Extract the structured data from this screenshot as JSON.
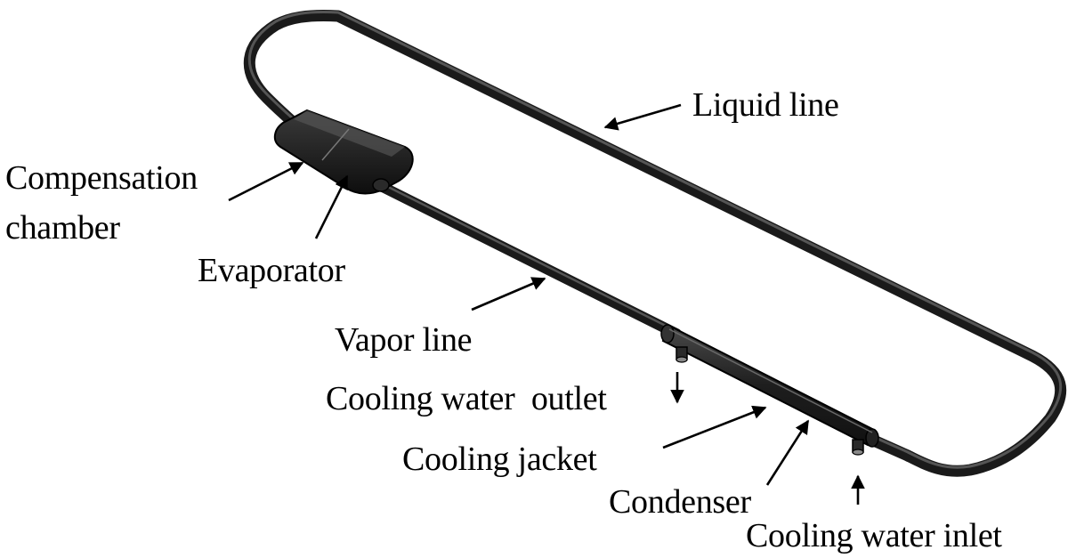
{
  "labels": {
    "liquid_line": "Liquid line",
    "compensation_chamber_l1": "Compensation",
    "compensation_chamber_l2": "chamber",
    "evaporator": "Evaporator",
    "vapor_line": "Vapor line",
    "cooling_water_outlet": "Cooling water  outlet",
    "cooling_jacket": "Cooling jacket",
    "condenser": "Condenser",
    "cooling_water_inlet": "Cooling water inlet"
  },
  "colors": {
    "pipe": "#1a1a1a",
    "component": "#2b2b2b",
    "text": "#000000",
    "background": "#ffffff"
  }
}
